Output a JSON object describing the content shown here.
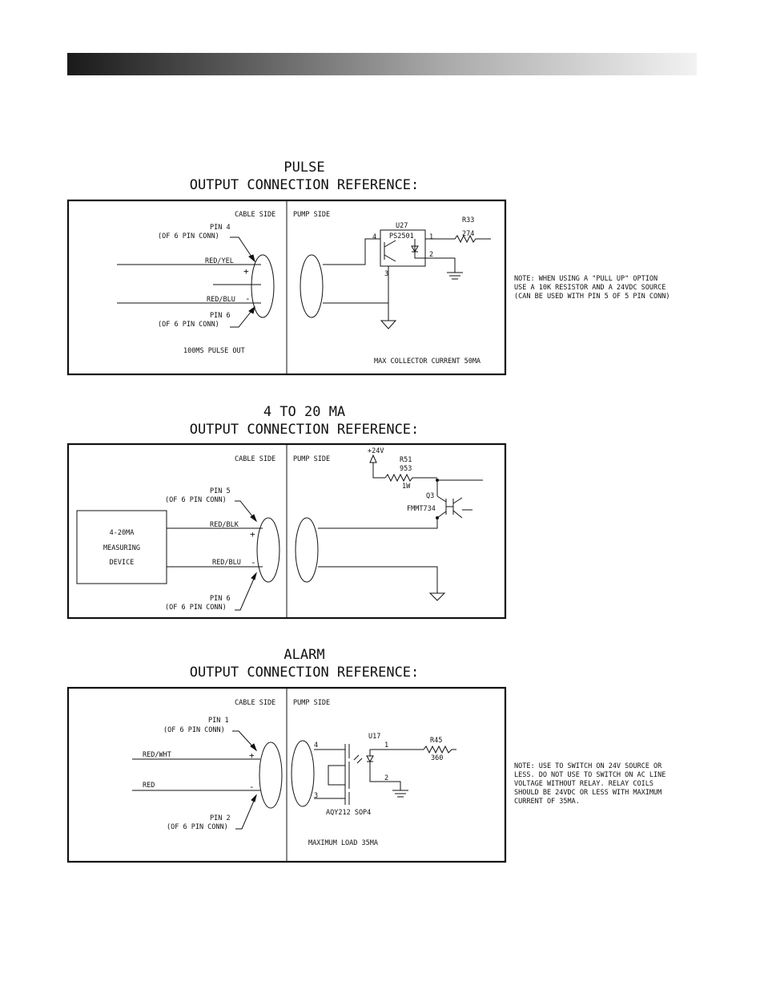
{
  "pulse": {
    "title_line1": "PULSE",
    "title_line2": "OUTPUT CONNECTION REFERENCE:",
    "cable_side": "CABLE SIDE",
    "pump_side": "PUMP SIDE",
    "pin_a": "PIN 4",
    "pin_a_conn": "(OF 6 PIN CONN)",
    "wire_pos": "RED/YEL",
    "plus": "+",
    "wire_neg": "RED/BLU",
    "minus": "-",
    "pin_b": "PIN 6",
    "pin_b_conn": "(OF 6 PIN CONN)",
    "pulse_out": "100MS PULSE OUT",
    "u_label": "U27",
    "u_part": "PS2501",
    "r_label": "R33",
    "r_value": "274",
    "n4": "4",
    "n1": "1",
    "n2": "2",
    "n3": "3",
    "max_current": "MAX COLLECTOR CURRENT 50MA",
    "note": "NOTE: WHEN USING A \"PULL UP\" OPTION\nUSE A 10K RESISTOR AND A 24VDC SOURCE\n(CAN BE USED WITH PIN 5 OF 5 PIN CONN)"
  },
  "ma": {
    "title_line1": "4 TO 20 MA",
    "title_line2": "OUTPUT CONNECTION REFERENCE:",
    "cable_side": "CABLE SIDE",
    "pump_side": "PUMP SIDE",
    "pin_a": "PIN 5",
    "pin_a_conn": "(OF 6 PIN CONN)",
    "wire_pos": "RED/BLK",
    "plus": "+",
    "wire_neg": "RED/BLU",
    "minus": "-",
    "pin_b": "PIN 6",
    "pin_b_conn": "(OF 6 PIN CONN)",
    "device_line1": "4-20MA",
    "device_line2": "MEASURING",
    "device_line3": "DEVICE",
    "v24": "+24V",
    "r_label": "R51",
    "r_value": "953",
    "r_power": "1W",
    "q_label": "Q3",
    "q_part": "FMMT734"
  },
  "alarm": {
    "title_line1": "ALARM",
    "title_line2": "OUTPUT CONNECTION REFERENCE:",
    "cable_side": "CABLE SIDE",
    "pump_side": "PUMP SIDE",
    "pin_a": "PIN 1",
    "pin_a_conn": "(OF 6 PIN CONN)",
    "wire_pos": "RED/WHT",
    "plus": "+",
    "wire_neg": "RED",
    "minus": "-",
    "pin_b": "PIN 2",
    "pin_b_conn": "(OF 6 PIN CONN)",
    "u_label": "U17",
    "u_part": "AQY212 SOP4",
    "r_label": "R45",
    "r_value": "360",
    "n4": "4",
    "n1": "1",
    "n2": "2",
    "n3": "3",
    "max_load": "MAXIMUM LOAD 35MA",
    "note": "NOTE: USE TO SWITCH ON 24V SOURCE OR\nLESS. DO NOT USE TO SWITCH ON AC LINE\nVOLTAGE WITHOUT RELAY. RELAY COILS\nSHOULD BE 24VDC OR LESS WITH MAXIMUM\nCURRENT OF 35MA."
  }
}
